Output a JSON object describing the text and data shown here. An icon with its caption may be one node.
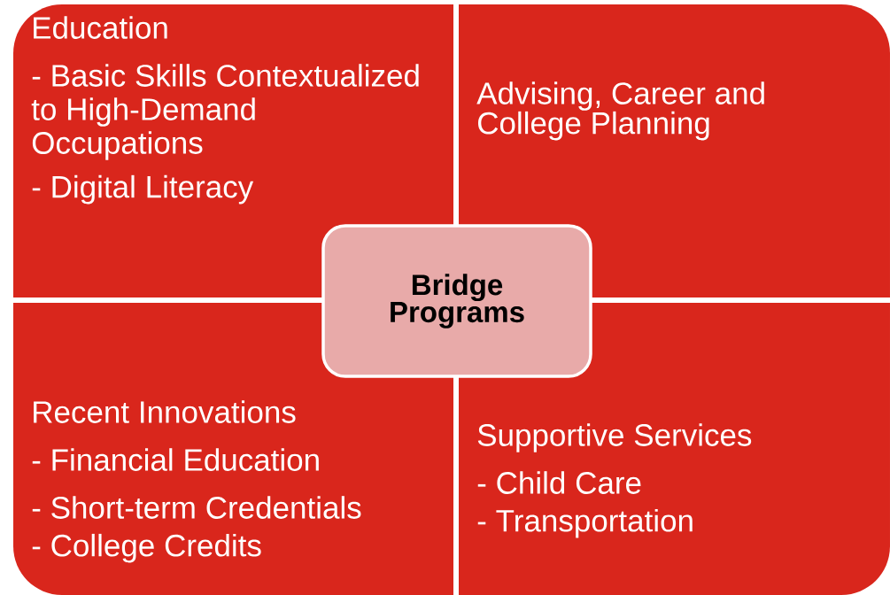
{
  "diagram": {
    "nodes": [
      {
        "text": [
          "Education",
          "- Basic Skills Contextualized to High-Demand Occupations",
          "- Digital Literacy"
        ]
      },
      {
        "text": [
          "Advising, Career and College Planning"
        ]
      },
      {
        "text": [
          "Recent Innovations",
          "- Financial Education",
          "- Short-term Credentials",
          "-  College Credits"
        ]
      },
      {
        "text": [
          "Supportive Services",
          "- Child Care",
          "- Transportation"
        ]
      },
      {
        "text": [
          "Bridge Programs"
        ]
      }
    ]
  }
}
